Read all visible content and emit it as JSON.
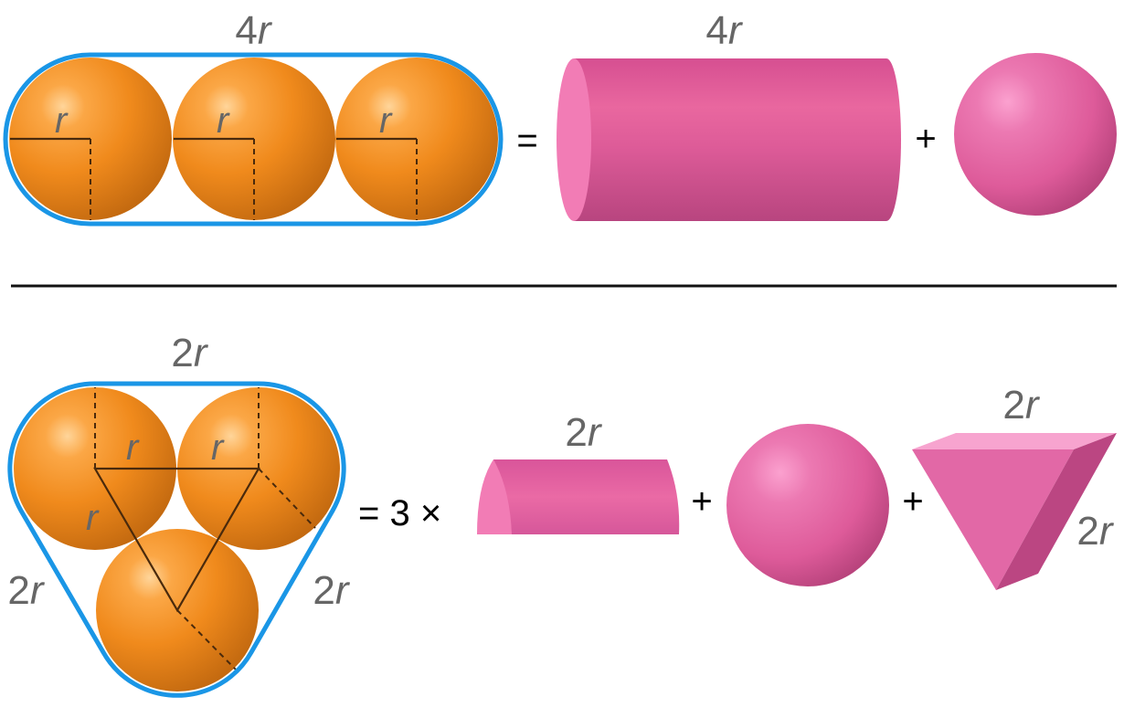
{
  "top": {
    "group_length_label": {
      "num": "4",
      "var": "r"
    },
    "sphere_radius_labels": [
      "r",
      "r",
      "r"
    ],
    "equals": "=",
    "cylinder_length_label": {
      "num": "4",
      "var": "r"
    },
    "plus": "+"
  },
  "bottom": {
    "top_side_label": {
      "num": "2",
      "var": "r"
    },
    "left_side_label": {
      "num": "2",
      "var": "r"
    },
    "right_side_label": {
      "num": "2",
      "var": "r"
    },
    "triangle_radius_labels": [
      "r",
      "r",
      "r"
    ],
    "equals_times": "= 3 ×",
    "half_cylinder_label": {
      "num": "2",
      "var": "r"
    },
    "plus_1": "+",
    "plus_2": "+",
    "prism_top_label": {
      "num": "2",
      "var": "r"
    },
    "prism_side_label": {
      "num": "2",
      "var": "r"
    }
  },
  "colors": {
    "sphere_orange": "#f08a1c",
    "shape_pink": "#e4609f",
    "outline_blue": "#1a96e6"
  }
}
